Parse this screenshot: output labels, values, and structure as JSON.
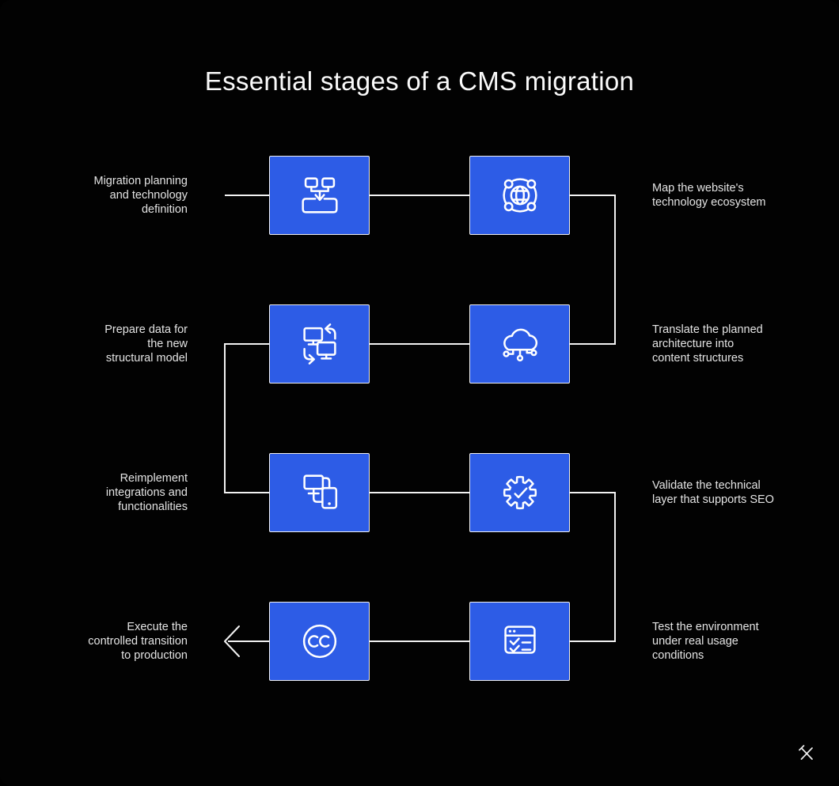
{
  "title": "Essential stages of a CMS migration",
  "colors": {
    "background": "#020202",
    "box_fill": "#2d5ce6",
    "box_border": "#f0f0f0",
    "connector": "#f2f2f2",
    "label_text": "#e4e4e4",
    "title_text": "#fafafa",
    "icon_stroke": "#ffffff"
  },
  "flow": {
    "exit_arrow_icon": "arrow-left-icon",
    "logo_icon": "brand-x-logo"
  },
  "stages": [
    {
      "left_label": "Migration planning\nand technology\ndefinition",
      "left_icon": "sitemap-merge-icon",
      "right_icon": "globe-network-icon",
      "right_label": "Map the website's\ntechnology ecosystem"
    },
    {
      "left_label": "Prepare data for\nthe new\nstructural model",
      "left_icon": "systems-sync-icon",
      "right_icon": "cloud-nodes-icon",
      "right_label": "Translate the planned\narchitecture into\ncontent structures"
    },
    {
      "left_label": "Reimplement\nintegrations and\nfunctionalities",
      "left_icon": "devices-link-icon",
      "right_icon": "gear-check-icon",
      "right_label": "Validate the technical\nlayer that supports SEO"
    },
    {
      "left_label": "Execute the\ncontrolled transition\nto production",
      "left_icon": "cc-circle-icon",
      "right_icon": "checklist-window-icon",
      "right_label": "Test the environment\nunder real usage\nconditions"
    }
  ]
}
